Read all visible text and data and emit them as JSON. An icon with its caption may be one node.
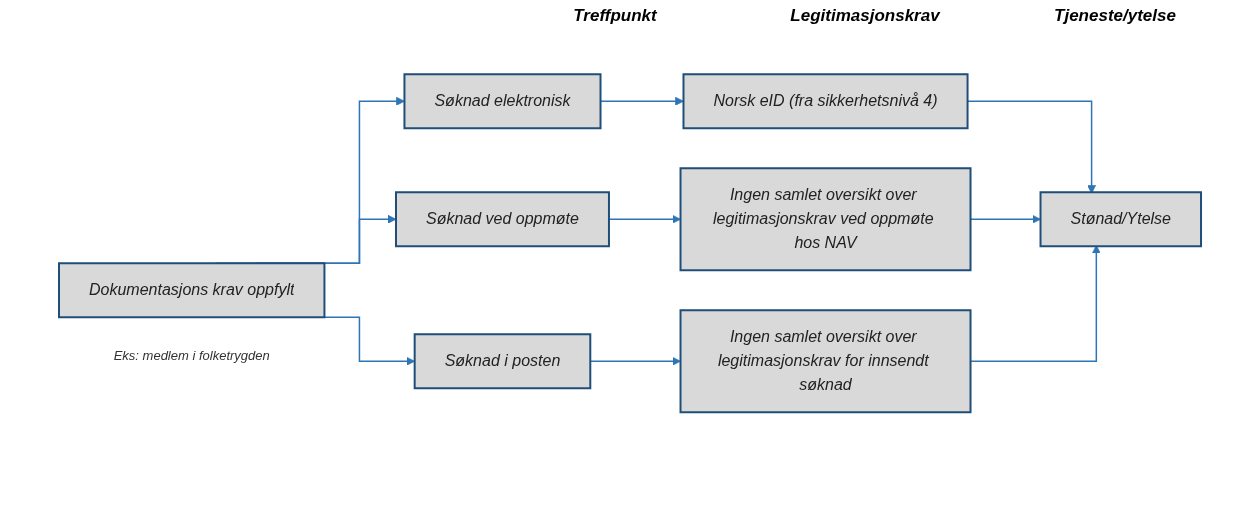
{
  "diagram": {
    "nodes": [
      {
        "text": [
          "Dokumentasjons krav oppfylt"
        ],
        "beside": [
          "Eks: medlem i folketrygden"
        ]
      },
      {
        "text": [
          "Søknad elektronisk"
        ]
      },
      {
        "text": [
          "Søknad ved oppmøte"
        ]
      },
      {
        "text": [
          "Søknad i posten"
        ]
      },
      {
        "text": [
          "Norsk eID (fra sikkerhetsnivå 4)"
        ]
      },
      {
        "text": [
          "Ingen samlet oversikt over legitimasjonskrav ved oppmøte hos NAV"
        ]
      },
      {
        "text": [
          "Ingen samlet oversikt over legitimasjonskrav for innsendt søknad"
        ]
      },
      {
        "text": [
          "Stønad/Ytelse"
        ]
      }
    ],
    "edges": [
      {
        "from": 0,
        "to": 1,
        "arrow": "to"
      },
      {
        "from": 0,
        "to": 2,
        "arrow": "to"
      },
      {
        "from": 0,
        "to": 3,
        "arrow": "to"
      },
      {
        "from": 1,
        "to": 4,
        "arrow": "to"
      },
      {
        "from": 2,
        "to": 5,
        "arrow": "to"
      },
      {
        "from": 3,
        "to": 6,
        "arrow": "to"
      },
      {
        "from": 4,
        "to": 7,
        "arrow": "to"
      },
      {
        "from": 5,
        "to": 7,
        "arrow": "to"
      },
      {
        "from": 6,
        "to": 7,
        "arrow": "to"
      }
    ],
    "labels": [
      "Treffpunkt",
      "Legitimasjonskrav",
      "Tjeneste/ytelse"
    ]
  }
}
